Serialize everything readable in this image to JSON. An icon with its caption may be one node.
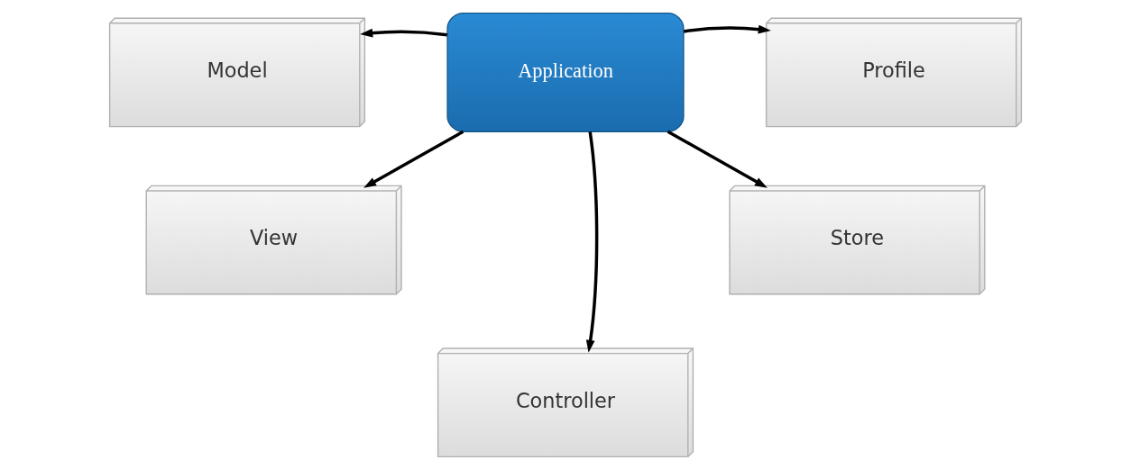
{
  "diagram": {
    "nodes": [
      {
        "text": [
          "Application"
        ]
      },
      {
        "text": [
          "Model"
        ]
      },
      {
        "text": [
          "Profile"
        ]
      },
      {
        "text": [
          "View"
        ]
      },
      {
        "text": [
          "Controller"
        ]
      },
      {
        "text": [
          "Store"
        ]
      }
    ],
    "edges": [
      {
        "from": 0,
        "to": 1,
        "arrow": "to"
      },
      {
        "from": 0,
        "to": 2,
        "arrow": "to"
      },
      {
        "from": 0,
        "to": 3,
        "arrow": "to"
      },
      {
        "from": 0,
        "to": 4,
        "arrow": "to"
      },
      {
        "from": 0,
        "to": 5,
        "arrow": "to"
      }
    ]
  }
}
